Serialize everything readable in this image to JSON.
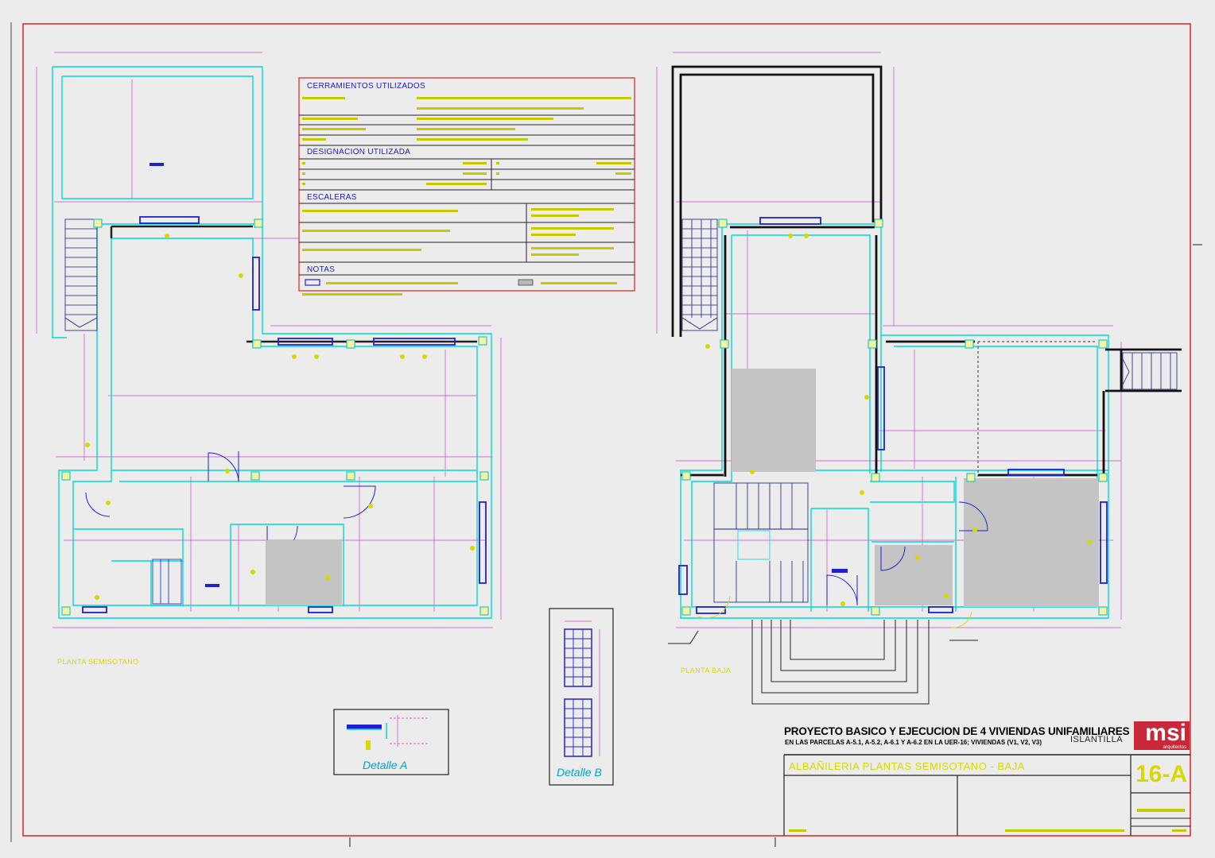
{
  "legend": {
    "cerramientos_title": "CERRAMIENTOS UTILIZADOS",
    "designacion_title": "DESIGNACION UTILIZADA",
    "escaleras_title": "ESCALERAS",
    "notas_title": "NOTAS"
  },
  "plans": {
    "left_label": "PLANTA SEMISOTANO",
    "right_label": "PLANTA BAJA"
  },
  "details": {
    "a_label": "Detalle  A",
    "b_label": "Detalle  B"
  },
  "title_block": {
    "project_title": "PROYECTO BASICO Y EJECUCION DE 4 VIVIENDAS UNIFAMILIARES",
    "project_subtitle": "EN LAS PARCELAS A-5.1, A-5.2, A-6.1 Y A-6.2 EN LA UER-16; VIVIENDAS (V1, V2, V3)",
    "location": "ISLANTILLA",
    "logo_text": "msi",
    "logo_subtext": "arquitectos",
    "sheet_title": "ALBAÑILERIA  PLANTAS SEMISOTANO - BAJA",
    "sheet_number": "16-A"
  },
  "colors": {
    "background": "#ececec",
    "frame_red": "#e02020",
    "wall_cyan": "#00d8d8",
    "dim_magenta": "#d040d0",
    "window_blue": "#2020d0",
    "text_yellow": "#d8d800",
    "fill_gray": "#c4c4c4"
  }
}
